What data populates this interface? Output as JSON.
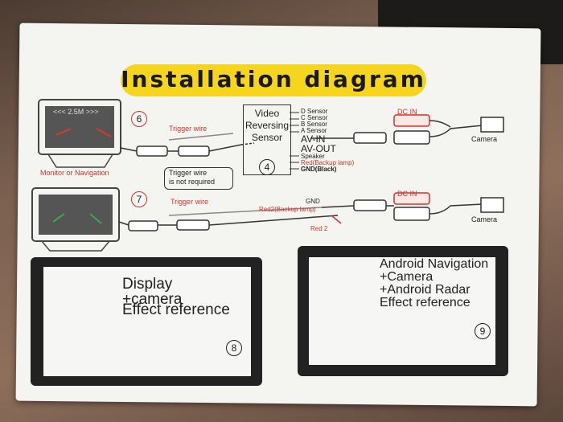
{
  "title": "Installation diagram",
  "labels": {
    "monitor_screen": "<<< 2.5M >>>",
    "monitor_caption": "Monitor or Navigation",
    "step6": "6",
    "step7": "7",
    "step4": "4",
    "step8": "8",
    "step9": "9",
    "trigger_wire_1": "Trigger wire",
    "trigger_wire_2": "Trigger wire",
    "trigger_not_required": "Trigger wire\nis not required",
    "module_title": "Video\nReversing\nSensor",
    "sensor_d": "D Sensor",
    "sensor_c": "C Sensor",
    "sensor_b": "B Sensor",
    "sensor_a": "A Sensor",
    "av_in": "AV-IN",
    "av_out": "AV-OUT",
    "speaker": "Speaker",
    "red_backup": "Red(Backup lamp)",
    "gnd_black": "GND(Black)",
    "dc_in_1": "DC IN",
    "dc_in_2": "DC IN",
    "camera_1": "Camera",
    "camera_2": "Camera",
    "gnd": "GND",
    "red2_backup": "Red2(Backup lamp)",
    "red2": "Red 2"
  },
  "panel_left": {
    "line1": "Display",
    "line2": "+camera",
    "line3": "Effect reference"
  },
  "panel_right": {
    "line1": "Android Navigation",
    "line2": "+Camera",
    "line3": "+Android Radar",
    "line4": "Effect reference"
  },
  "colors": {
    "title_bar": "#f5d51d",
    "accent_red": "#d6332b",
    "guide_red": "#e0362a",
    "guide_yellow": "#f0c020",
    "guide_green": "#3aa84a",
    "guide_black": "#222222"
  }
}
